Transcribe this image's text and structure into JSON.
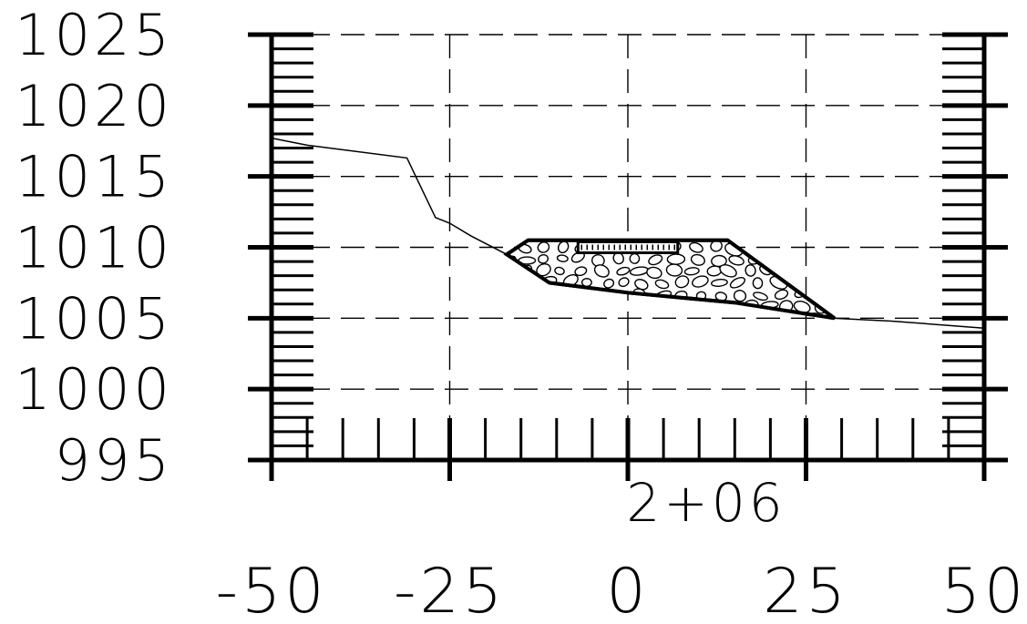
{
  "chart_data": {
    "type": "cross-section",
    "station_label": "2+06",
    "x_ticks": [
      "-50",
      "-25",
      "0",
      "25",
      "50"
    ],
    "y_ticks": [
      "995",
      "1000",
      "1005",
      "1010",
      "1015",
      "1020",
      "1025"
    ],
    "xlim": [
      -50,
      50
    ],
    "ylim": [
      995,
      1025
    ],
    "grid": "dashed",
    "ground_profile": [
      [
        -50,
        1017.7
      ],
      [
        -45,
        1017.2
      ],
      [
        -31,
        1016.3
      ],
      [
        -27,
        1012.1
      ],
      [
        -25,
        1011.7
      ],
      [
        -22,
        1010.8
      ],
      [
        -17,
        1009.5
      ],
      [
        -11,
        1007.5
      ],
      [
        0,
        1006.8
      ],
      [
        15,
        1006.1
      ],
      [
        29,
        1005.0
      ],
      [
        37,
        1004.8
      ],
      [
        50,
        1004.3
      ]
    ],
    "embankment": {
      "material": "rock fill",
      "top_left": [
        -14,
        1010.5
      ],
      "top_right": [
        14,
        1010.5
      ],
      "toe_left": [
        -17,
        1009.5
      ],
      "toe_right": [
        29,
        1005.0
      ]
    },
    "pavement": {
      "x_from": -7,
      "x_to": 7,
      "elevation": 1010.0
    }
  }
}
